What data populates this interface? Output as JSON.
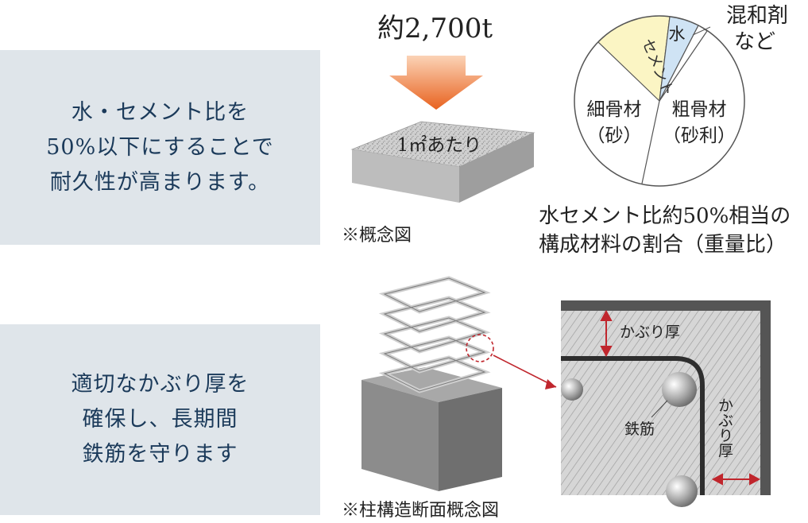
{
  "panel_top": {
    "lines": [
      "水・セメント比を",
      "50%以下にすることで",
      "耐久性が高まります。"
    ]
  },
  "panel_bottom": {
    "lines": [
      "適切なかぶり厚を",
      "確保し、長期間",
      "鉄筋を守ります"
    ]
  },
  "block": {
    "weight": "約2,700t",
    "label": "1㎡あたり",
    "note": "※概念図"
  },
  "pie": {
    "slices": {
      "cement": "セメント",
      "water": "水",
      "admixture_line1": "混和剤",
      "admixture_line2": "など",
      "fine_line1": "細骨材",
      "fine_line2": "（砂）",
      "coarse_line1": "粗骨材",
      "coarse_line2": "（砂利）"
    },
    "caption_line1": "水セメント比約50%相当の",
    "caption_line2": "構成材料の割合（重量比）"
  },
  "column": {
    "note": "※柱構造断面概念図",
    "cover_label_top": "かぶり厚",
    "cover_label_side": "かぶり厚",
    "rebar_label": "鉄筋"
  },
  "colors": {
    "panel_bg": "#dfe5ea",
    "panel_text": "#1b3a5a",
    "arrow": "#e8621f",
    "cement": "#fbf5c4",
    "water": "#cfe3f4",
    "accent": "#c0262d"
  }
}
